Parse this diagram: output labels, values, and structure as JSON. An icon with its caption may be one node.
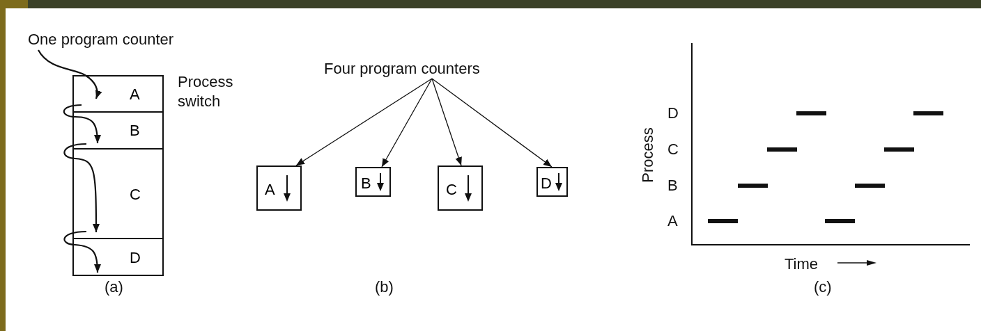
{
  "diagram": {
    "nodes": [
      {
        "text": [
          "One program counter"
        ]
      },
      {
        "text": [
          "A"
        ]
      },
      {
        "text": [
          "B"
        ]
      },
      {
        "text": [
          "C"
        ]
      },
      {
        "text": [
          "D"
        ]
      },
      {
        "text": [
          "Four program counters"
        ]
      },
      {
        "text": [
          "A"
        ]
      },
      {
        "text": [
          "B"
        ]
      },
      {
        "text": [
          "C"
        ]
      },
      {
        "text": [
          "D"
        ]
      }
    ],
    "edges": [
      {
        "from": 0,
        "to": 1,
        "arrow": "to"
      },
      {
        "from": 1,
        "to": 2,
        "arrow": "to"
      },
      {
        "from": 2,
        "to": 3,
        "arrow": "to"
      },
      {
        "from": 3,
        "to": 4,
        "arrow": "to"
      },
      {
        "from": 5,
        "to": 6,
        "arrow": "to"
      },
      {
        "from": 5,
        "to": 7,
        "arrow": "to"
      },
      {
        "from": 5,
        "to": 8,
        "arrow": "to"
      },
      {
        "from": 5,
        "to": 9,
        "arrow": "to"
      }
    ],
    "labels": [
      "Process switch",
      "Process",
      "D",
      "C",
      "B",
      "A",
      "Time",
      "(a)",
      "(b)",
      "(c)"
    ]
  }
}
